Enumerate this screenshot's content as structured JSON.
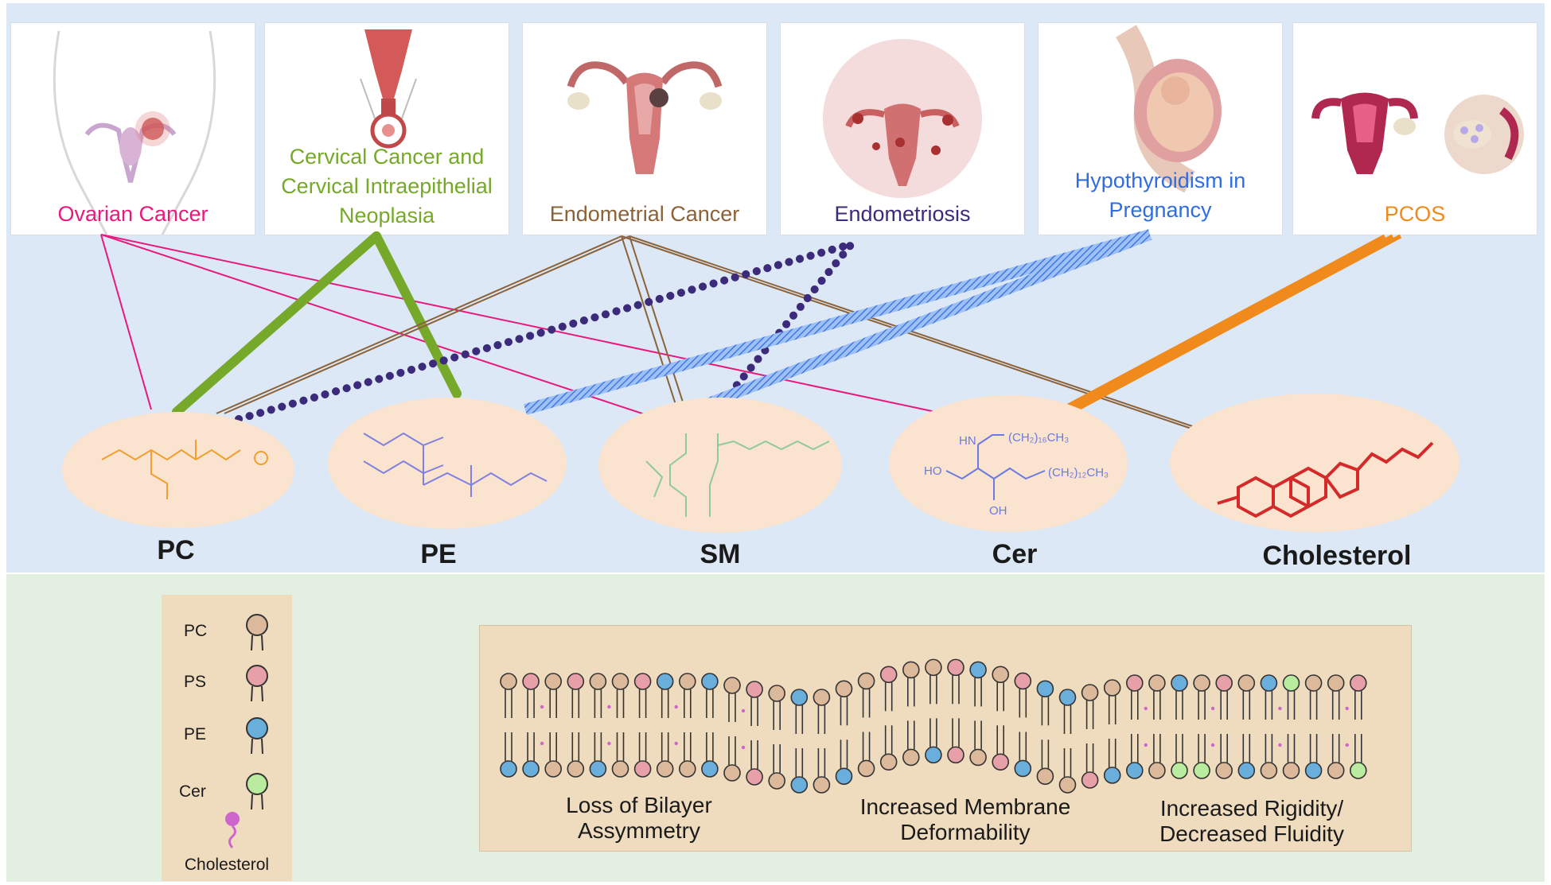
{
  "conditions": [
    {
      "id": "ovarian",
      "label": "Ovarian  Cancer",
      "color": "#e8197d"
    },
    {
      "id": "cervical",
      "label": "Cervical Cancer and Cervical Intraepithelial Neoplasia",
      "color": "#76a92a"
    },
    {
      "id": "endometrial",
      "label": "Endometrial Cancer",
      "color": "#8c6239"
    },
    {
      "id": "endometriosis",
      "label": "Endometriosis",
      "color": "#3c2a7a"
    },
    {
      "id": "hypothyroidism",
      "label": "Hypothyroidism in Pregnancy",
      "color": "#2f6de0"
    },
    {
      "id": "pcos",
      "label": "PCOS",
      "color": "#f08a1c"
    }
  ],
  "lipids": [
    {
      "id": "pc",
      "label": "PC"
    },
    {
      "id": "pe",
      "label": "PE"
    },
    {
      "id": "sm",
      "label": "SM"
    },
    {
      "id": "cer",
      "label": "Cer"
    },
    {
      "id": "cholesterol",
      "label": "Cholesterol"
    }
  ],
  "associations": [
    {
      "from": "ovarian",
      "to": [
        "pc",
        "sm",
        "cer"
      ],
      "style": "thin-line"
    },
    {
      "from": "cervical",
      "to": [
        "pc",
        "pe"
      ],
      "style": "thick-line"
    },
    {
      "from": "endometrial",
      "to": [
        "pc",
        "sm",
        "cholesterol"
      ],
      "style": "double-line"
    },
    {
      "from": "endometriosis",
      "to": [
        "pc",
        "sm"
      ],
      "style": "dotted-line"
    },
    {
      "from": "hypothyroidism",
      "to": [
        "pe",
        "sm"
      ],
      "style": "hatched-band"
    },
    {
      "from": "pcos",
      "to": [
        "cer"
      ],
      "style": "double-band"
    }
  ],
  "structure_text": {
    "cer_chain1": "(CH₂)₁₆CH₃",
    "cer_chain2": "(CH₂)₁₂CH₃",
    "cer_ho": "HO",
    "cer_oh": "OH",
    "cer_hn": "HN"
  },
  "legend": {
    "items": [
      {
        "label": "PC",
        "color": "#dcb99b"
      },
      {
        "label": "PS",
        "color": "#e8a0a8"
      },
      {
        "label": "PE",
        "color": "#6aafdc"
      },
      {
        "label": "Cer",
        "color": "#b9ec9e"
      }
    ],
    "cholesterol": {
      "label": "Cholesterol",
      "color": "#cc66cc"
    }
  },
  "effects": [
    {
      "id": "asymmetry",
      "line1": "Loss of Bilayer",
      "line2": "Assymmetry"
    },
    {
      "id": "deformability",
      "line1": "Increased Membrane",
      "line2": "Deformability"
    },
    {
      "id": "rigidity",
      "line1": "Increased Rigidity/",
      "line2": "Decreased Fluidity"
    }
  ]
}
